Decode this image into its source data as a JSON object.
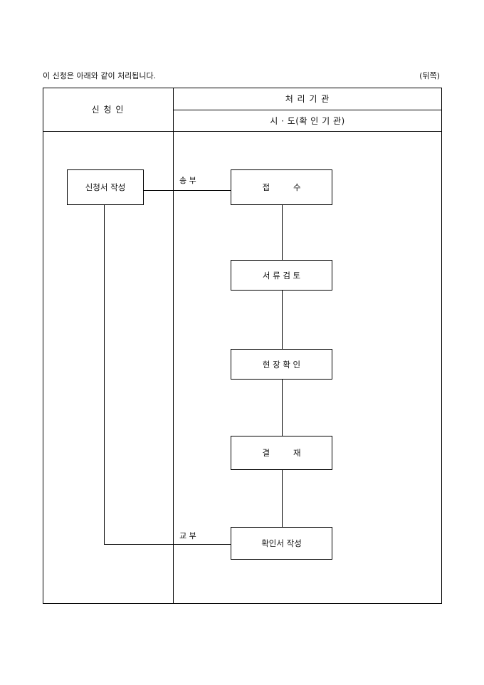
{
  "header": {
    "intro": "이 신청은 아래와 같이 처리됩니다.",
    "side_note": "(뒤쪽)"
  },
  "table": {
    "applicant_header": "신   청   인",
    "agency_header": "처    리    기    관",
    "agency_subheader": "시 · 도(확 인 기 관)"
  },
  "flow": {
    "applicant_step": "신청서 작성",
    "send_label": "송 부",
    "return_label": "교   부",
    "steps": [
      "접         수",
      "서 류 검 토",
      "현 장 확 인",
      "결         재",
      "확인서 작성"
    ]
  }
}
